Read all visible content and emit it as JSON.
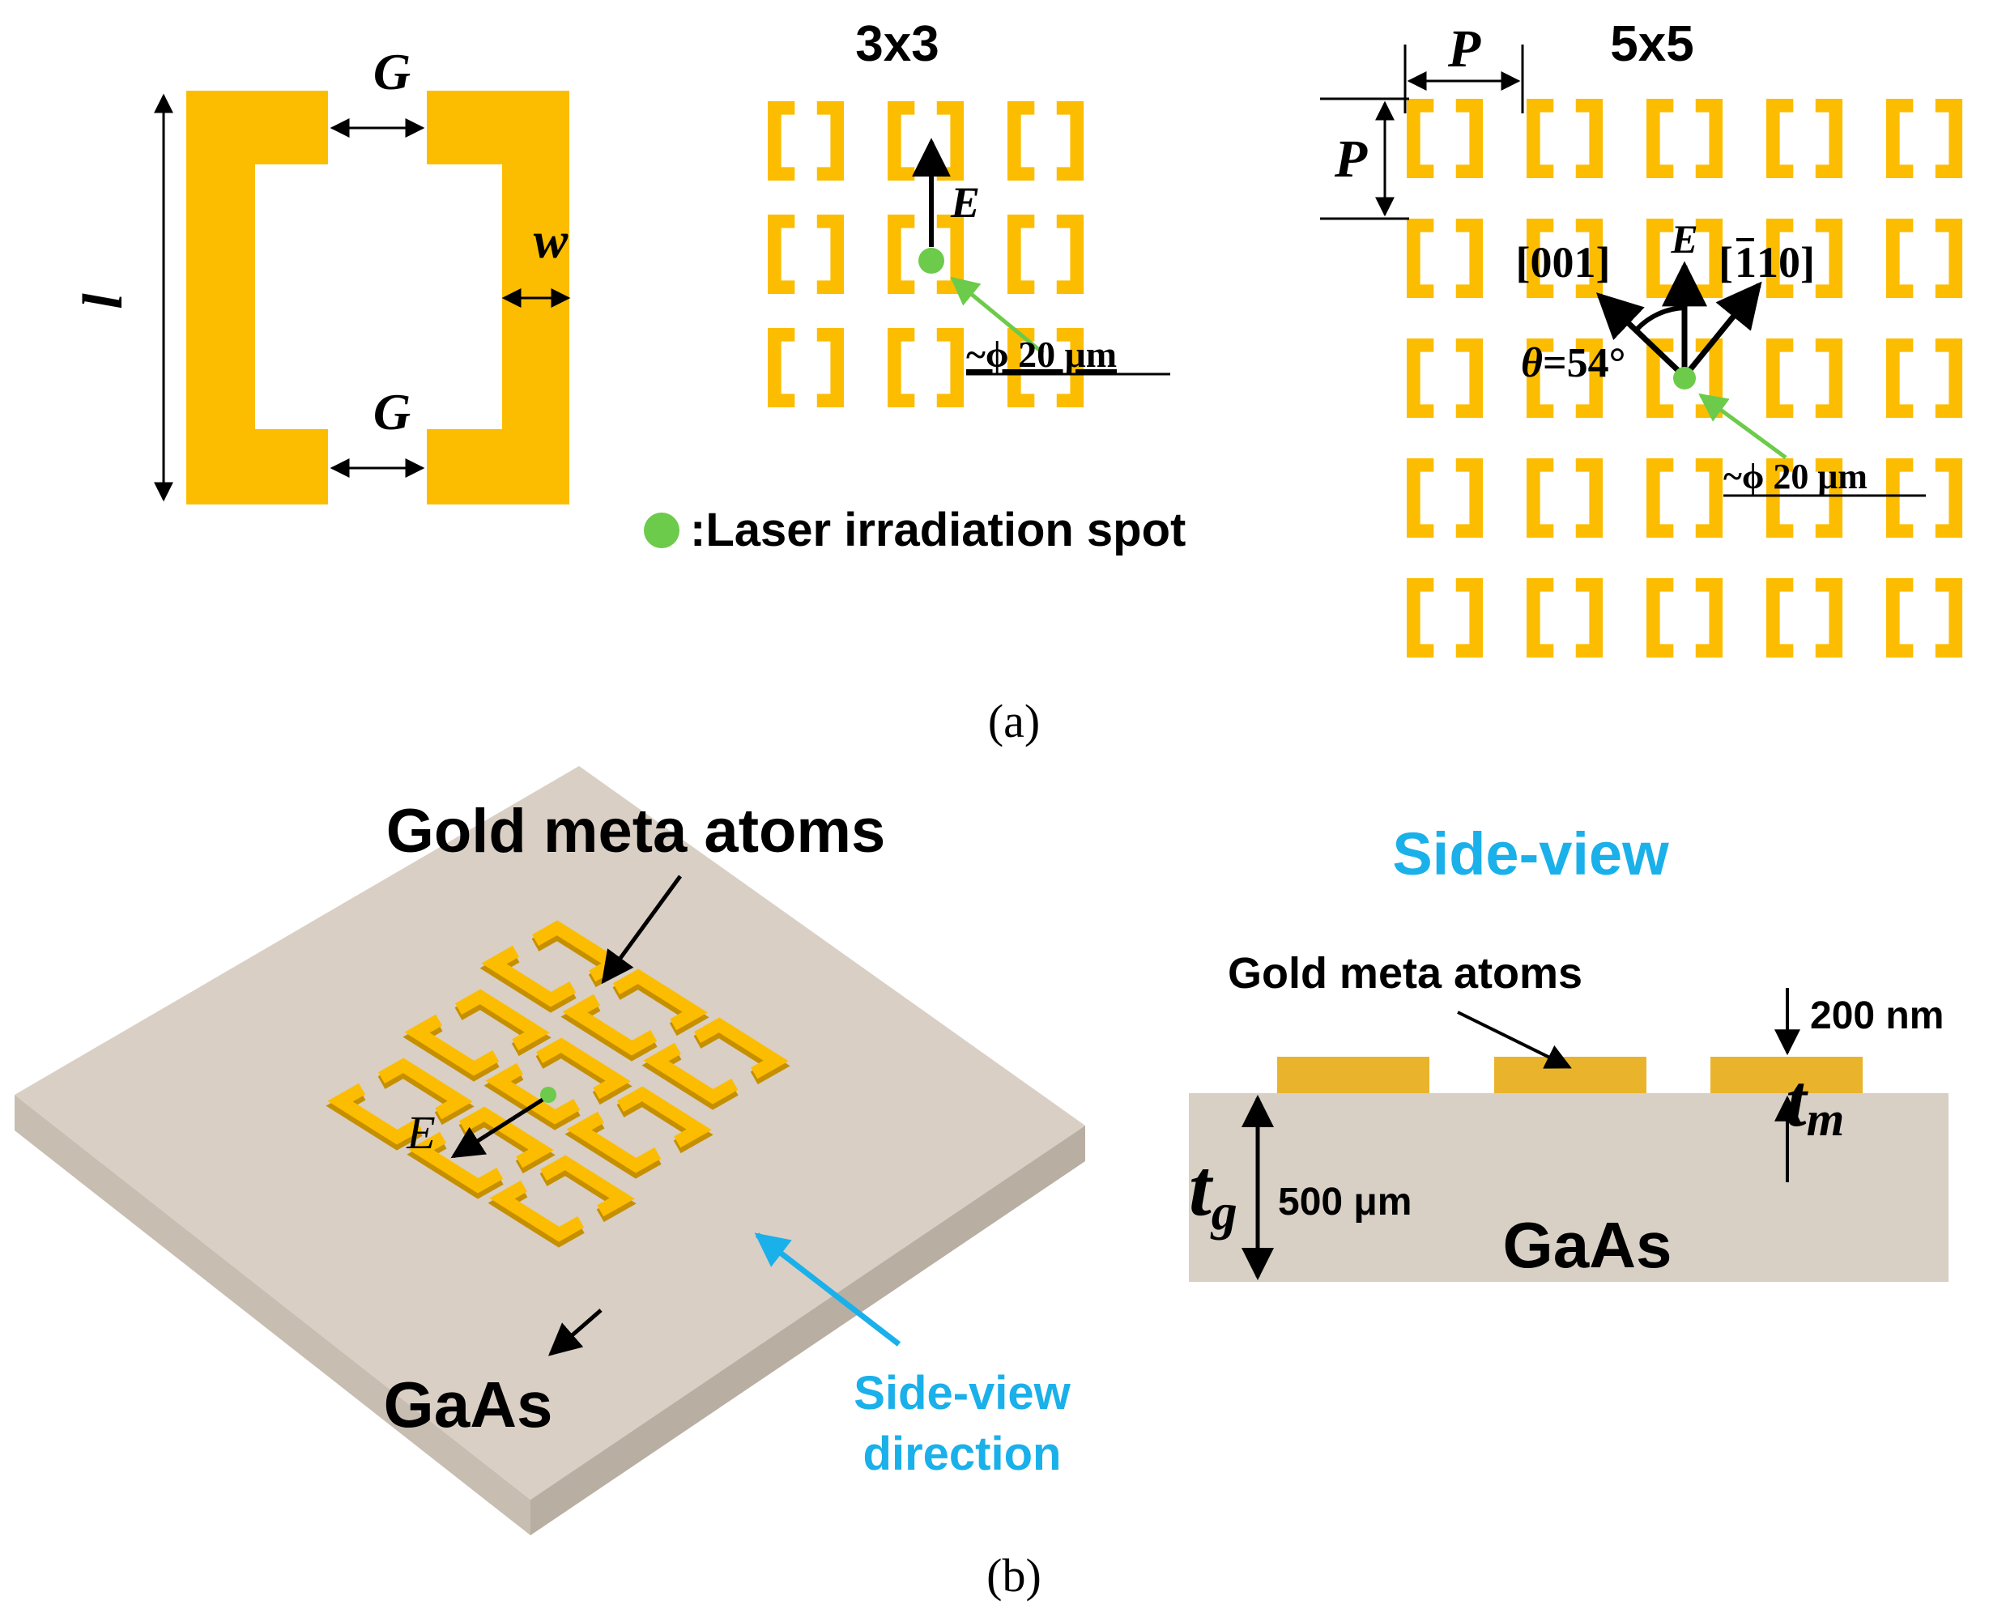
{
  "panel_a": {
    "unit_cell": {
      "label_G_top": "G",
      "label_G_bottom": "G",
      "label_l": "l",
      "label_w": "w"
    },
    "array3": {
      "title": "3x3",
      "field_label": "E",
      "spot_label": "~ϕ 20 μm"
    },
    "array5": {
      "title": "5x5",
      "label_P_horizontal": "P",
      "label_P_vertical": "P",
      "label_001": "[001]",
      "label_E": "E",
      "label_110_bar": "1",
      "label_110_rest": "10]",
      "label_110_open": "[",
      "label_theta": "θ",
      "label_theta_value": "=54°",
      "spot_label": "~ϕ 20 μm"
    },
    "legend": {
      "text": ":Laser irradiation spot"
    },
    "caption": "(a)"
  },
  "panel_b": {
    "perspective": {
      "title": "Gold meta atoms",
      "field_label": "E",
      "substrate_label": "GaAs",
      "direction_label_line1": "Side-view",
      "direction_label_line2": "direction"
    },
    "side_view": {
      "title": "Side-view",
      "meta_label": "Gold meta atoms",
      "thickness_metal": "200 nm",
      "tm_main": "t",
      "tm_sub": "m",
      "tg_main": "t",
      "tg_sub": "g",
      "thickness_substrate": "500 μm",
      "substrate_label": "GaAs"
    },
    "caption": "(b)"
  },
  "colors": {
    "gold": "#FCBD00",
    "gold_side": "#E7B52A",
    "gold_dark": "#C68F00",
    "spot": "#6CCB4A",
    "blue_label": "#1AB0EA",
    "substrate_top": "#D9CFC4",
    "substrate_side": "#C8BDB1",
    "side_substrate": "#D8CFC5"
  }
}
